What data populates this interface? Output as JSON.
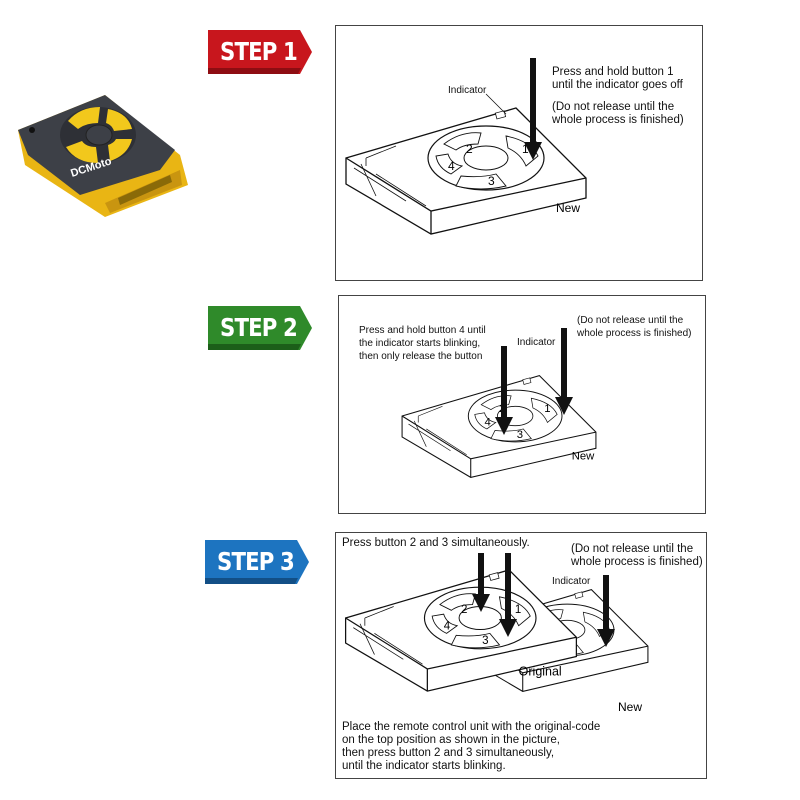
{
  "product": {
    "brand": "DCMoto",
    "colors": {
      "body": "#3d4047",
      "accent": "#f2c81c"
    }
  },
  "steps": [
    {
      "label": "STEP 1",
      "color": "#c8161d",
      "instruction": "Press and hold button 1\nuntil the indicator goes off",
      "note": "(Do not release until the\nwhole process is finished)",
      "indicator": "Indicator",
      "remote_label": "New",
      "buttons": [
        "1",
        "2",
        "3",
        "4"
      ]
    },
    {
      "label": "STEP 2",
      "color": "#2f8a2a",
      "instruction": "Press and hold button 4 until\nthe indicator starts blinking,\nthen only release the button",
      "note": "(Do not release until the\nwhole process is finished)",
      "indicator": "Indicator",
      "remote_label": "New",
      "buttons": [
        "1",
        "2",
        "3",
        "4"
      ]
    },
    {
      "label": "STEP 3",
      "color": "#1d74c0",
      "instruction": "Press button 2 and 3 simultaneously.",
      "note": "(Do not release until the\nwhole process is finished)",
      "indicator": "Indicator",
      "top_remote_label": "Original",
      "bottom_remote_label": "New",
      "buttons": [
        "1",
        "2",
        "3",
        "4"
      ],
      "footer": "Place the remote control unit with the original-code\non the top position as shown in the picture,\nthen press button 2 and 3 simultaneously,\nuntil the indicator starts blinking."
    }
  ]
}
